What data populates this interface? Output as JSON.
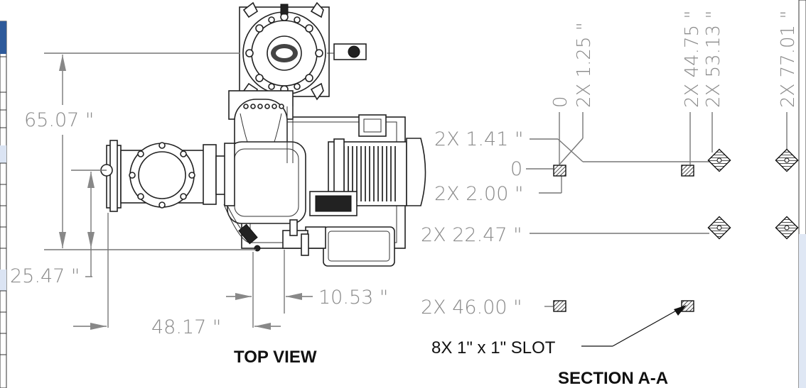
{
  "top_view": {
    "title": "TOP VIEW",
    "dims": {
      "d65": "65.07 \"",
      "d25": "25.47 \"",
      "d48": "48.17 \"",
      "d10": "10.53 \""
    }
  },
  "section": {
    "title": "SECTION A-A",
    "slot_note": "8X 1\" x 1\" SLOT",
    "x_labels": {
      "x0": "0",
      "x1": "2X 1.25 \"",
      "x2": "2X 44.75 \"",
      "x3": "2X 53.13 \"",
      "x4": "2X 77.01 \""
    },
    "y_labels": {
      "y141": "2X 1.41 \"",
      "y0": "0",
      "y200": "2X 2.00 \"",
      "y2247": "2X 22.47 \"",
      "y4600": "2X 46.00 \""
    }
  },
  "colors": {
    "dimension": "#8a8a8a",
    "frame_accent": "#2e5a9a"
  }
}
